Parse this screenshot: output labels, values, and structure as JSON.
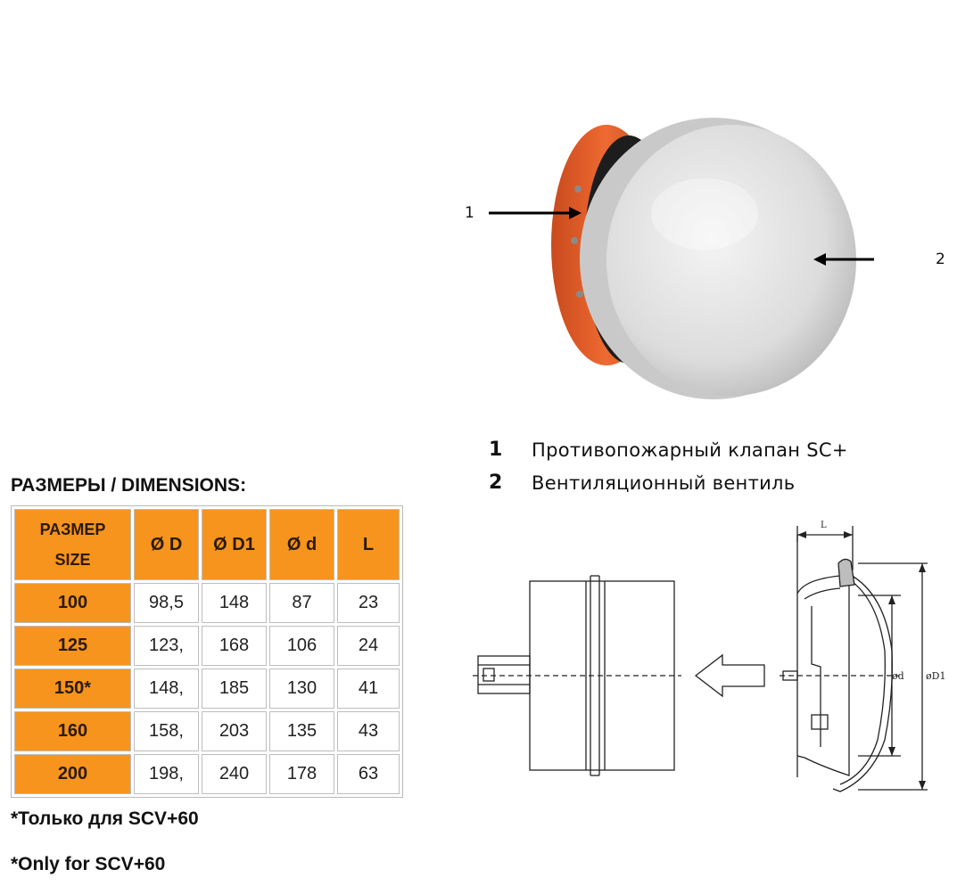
{
  "callouts": [
    "1",
    "2"
  ],
  "legend": [
    {
      "num": "1",
      "text": "Противопожарный клапан SC+"
    },
    {
      "num": "2",
      "text": "Вентиляционный вентиль"
    }
  ],
  "dimensions": {
    "title": "РАЗМЕРЫ / DIMENSIONS:",
    "header": {
      "size_line1": "РАЗМЕР",
      "size_line2": "SIZE",
      "D": "Ø D",
      "D1": "Ø D1",
      "d": "Ø d",
      "L": "L"
    },
    "rows": [
      {
        "size": "100",
        "D": "98,5",
        "D1": "148",
        "d": "87",
        "L": "23"
      },
      {
        "size": "125",
        "D": "123,",
        "D1": "168",
        "d": "106",
        "L": "24"
      },
      {
        "size": "150*",
        "D": "148,",
        "D1": "185",
        "d": "130",
        "L": "41"
      },
      {
        "size": "160",
        "D": "158,",
        "D1": "203",
        "d": "135",
        "L": "43"
      },
      {
        "size": "200",
        "D": "198,",
        "D1": "240",
        "d": "178",
        "L": "63"
      }
    ]
  },
  "notes": [
    "*Только для SCV+60",
    "*Only for SCV+60"
  ],
  "drawing_labels": {
    "L": "L",
    "d": "ød",
    "D1": "øD1"
  },
  "colors": {
    "accent": "#f7941d",
    "valve_orange": "#e5622b"
  }
}
